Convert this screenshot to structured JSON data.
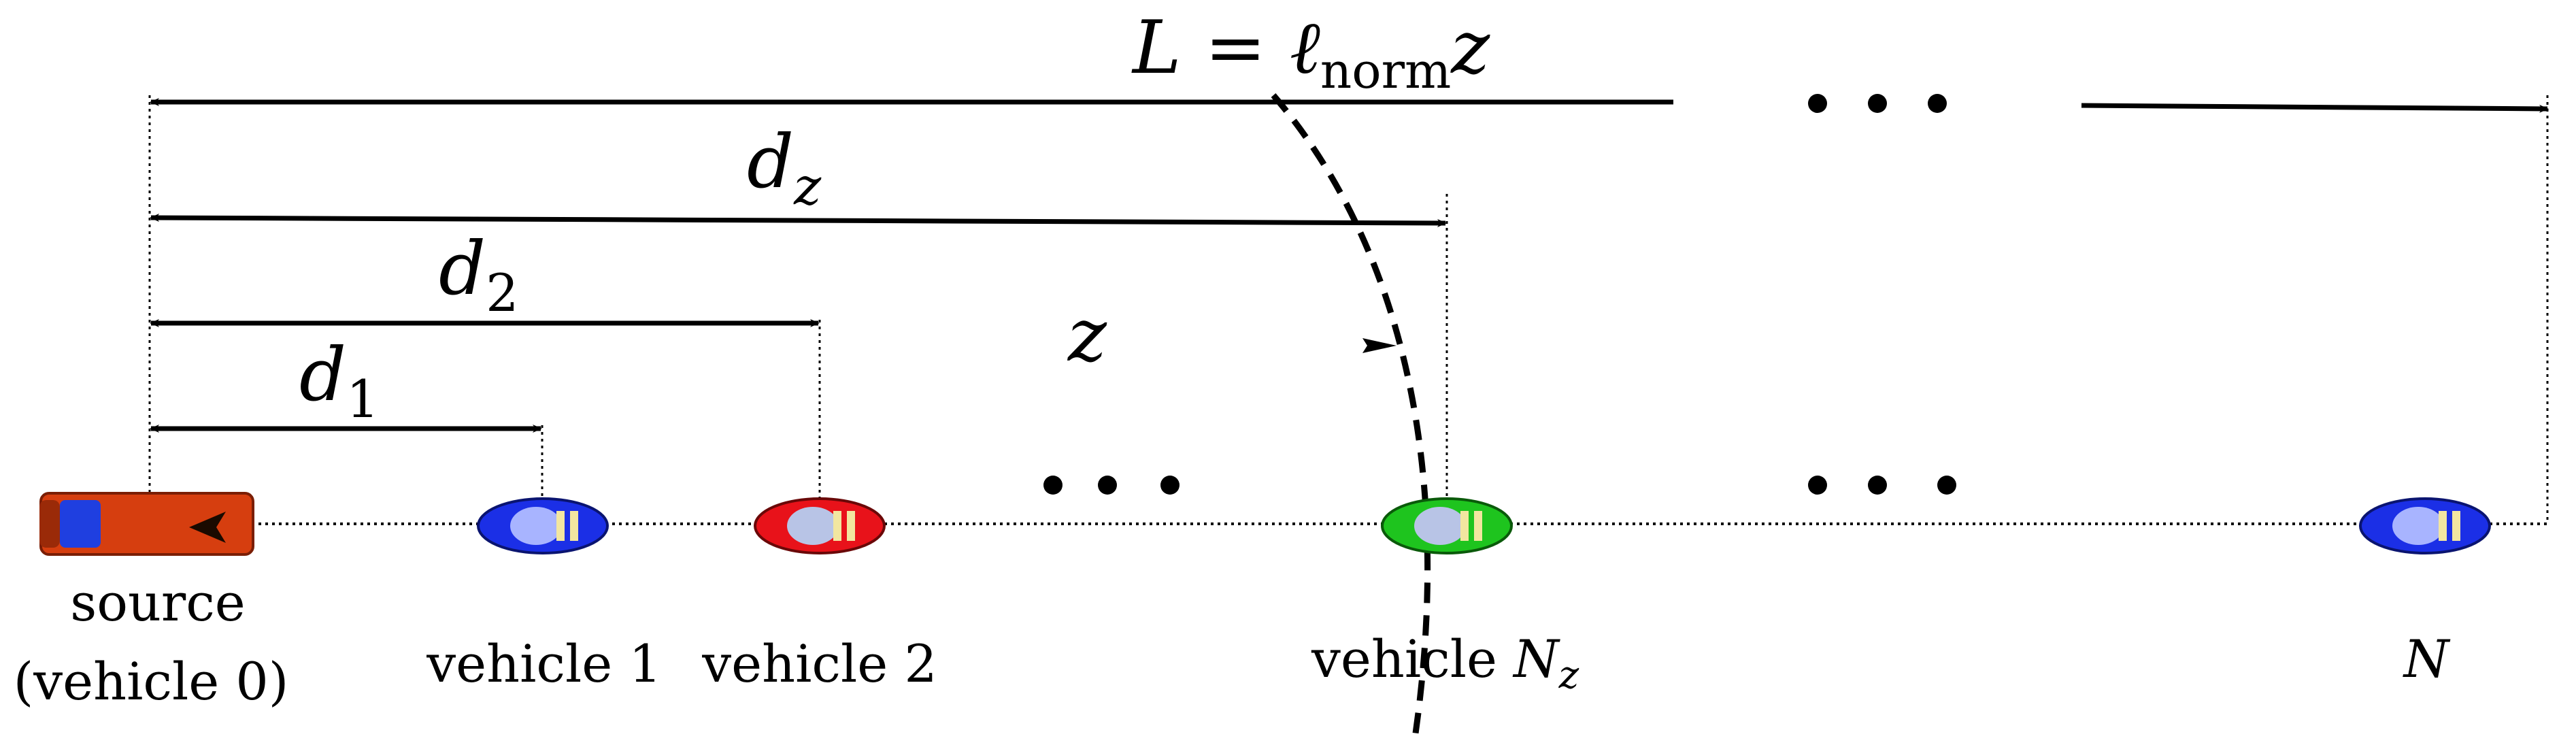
{
  "formula": {
    "lhs": "L",
    "eq": " = ",
    "ell": "ℓ",
    "sub": "norm",
    "var": "z"
  },
  "distances": [
    {
      "base": "d",
      "sub": "z"
    },
    {
      "base": "d",
      "sub": "2"
    },
    {
      "base": "d",
      "sub": "1"
    }
  ],
  "z_label": "z",
  "vehicles": {
    "source_line1": "source",
    "source_line2": "(vehicle 0)",
    "v1": "vehicle 1",
    "v2": "vehicle 2",
    "vnz_prefix": "vehicle ",
    "vnz_base": "N",
    "vnz_sub": "z",
    "vn": "N"
  },
  "colors": {
    "source_body": "#d63e0f",
    "source_cab": "#1f3fe0",
    "blue_car": "#1b2fe6",
    "red_car": "#e8121a",
    "green_car": "#1ec41e"
  }
}
